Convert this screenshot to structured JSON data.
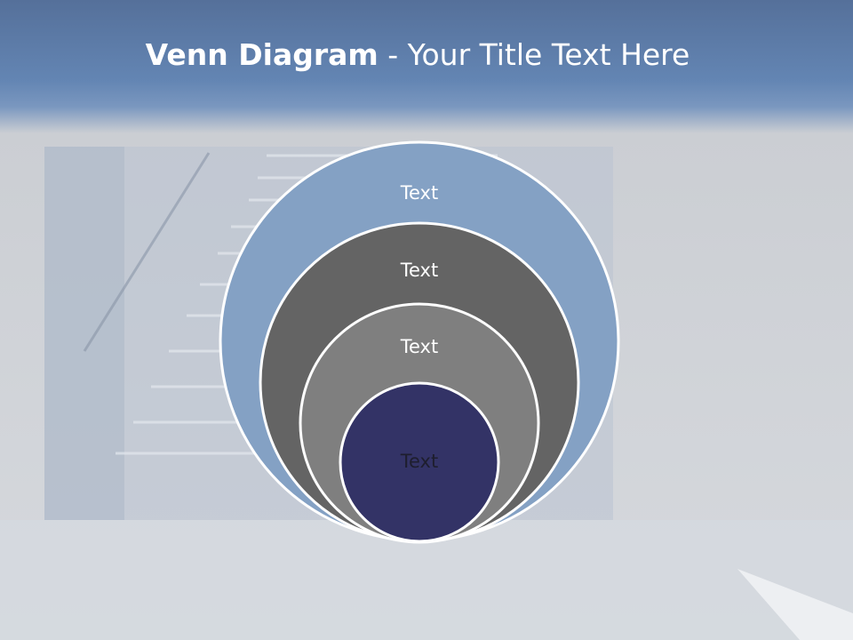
{
  "slide": {
    "title_bold": "Venn Diagram",
    "title_rest": " - Your Title Text Here"
  },
  "diagram": {
    "circles": [
      {
        "label": "Text",
        "fill": "#84a1c4"
      },
      {
        "label": "Text",
        "fill": "#646464"
      },
      {
        "label": "Text",
        "fill": "#7f7f7f"
      },
      {
        "label": "Text",
        "fill": "#333366"
      }
    ]
  },
  "colors": {
    "header": "#6385b3",
    "outline": "#ffffff"
  }
}
